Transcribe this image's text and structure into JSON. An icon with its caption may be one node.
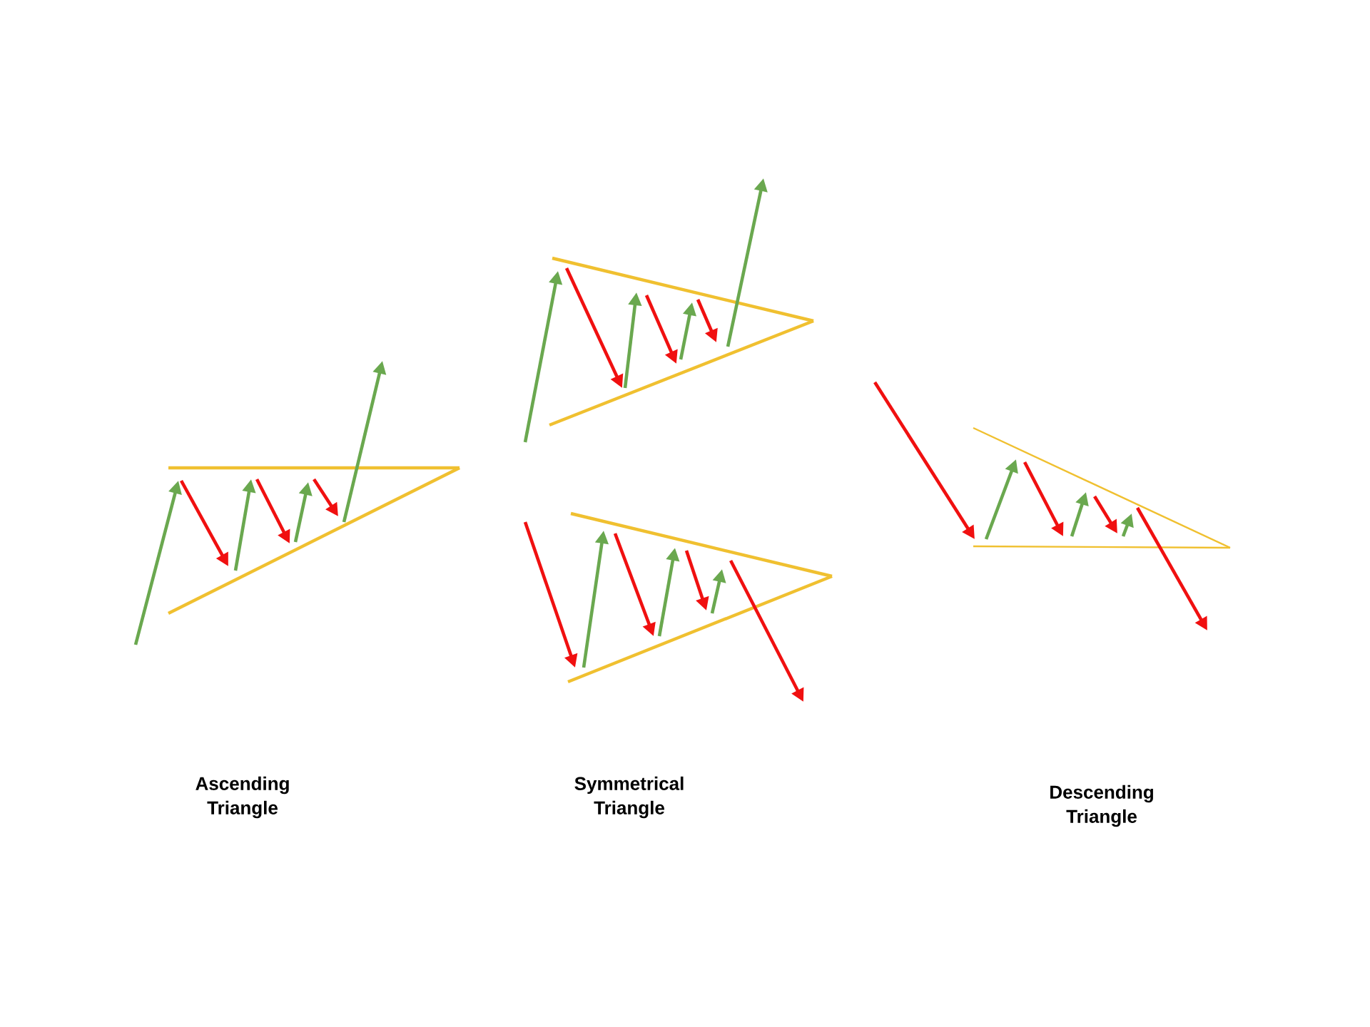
{
  "diagram": {
    "labels": [
      "Ascending Triangle",
      "Symmetrical Triangle",
      "Descending Triangle"
    ]
  }
}
